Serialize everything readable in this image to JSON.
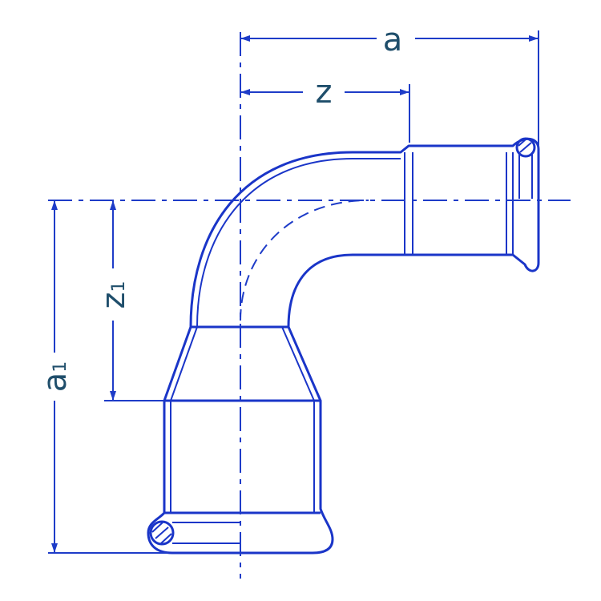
{
  "drawing": {
    "stroke_color": "#1a35c8",
    "dim_color": "#1e3cc8",
    "label_color": "#1f4e6b",
    "dimensions": {
      "a": {
        "main": "a",
        "sub": ""
      },
      "z": {
        "main": "z",
        "sub": ""
      },
      "z1": {
        "main": "z",
        "sub": "1"
      },
      "a1": {
        "main": "a",
        "sub": "1"
      }
    }
  }
}
